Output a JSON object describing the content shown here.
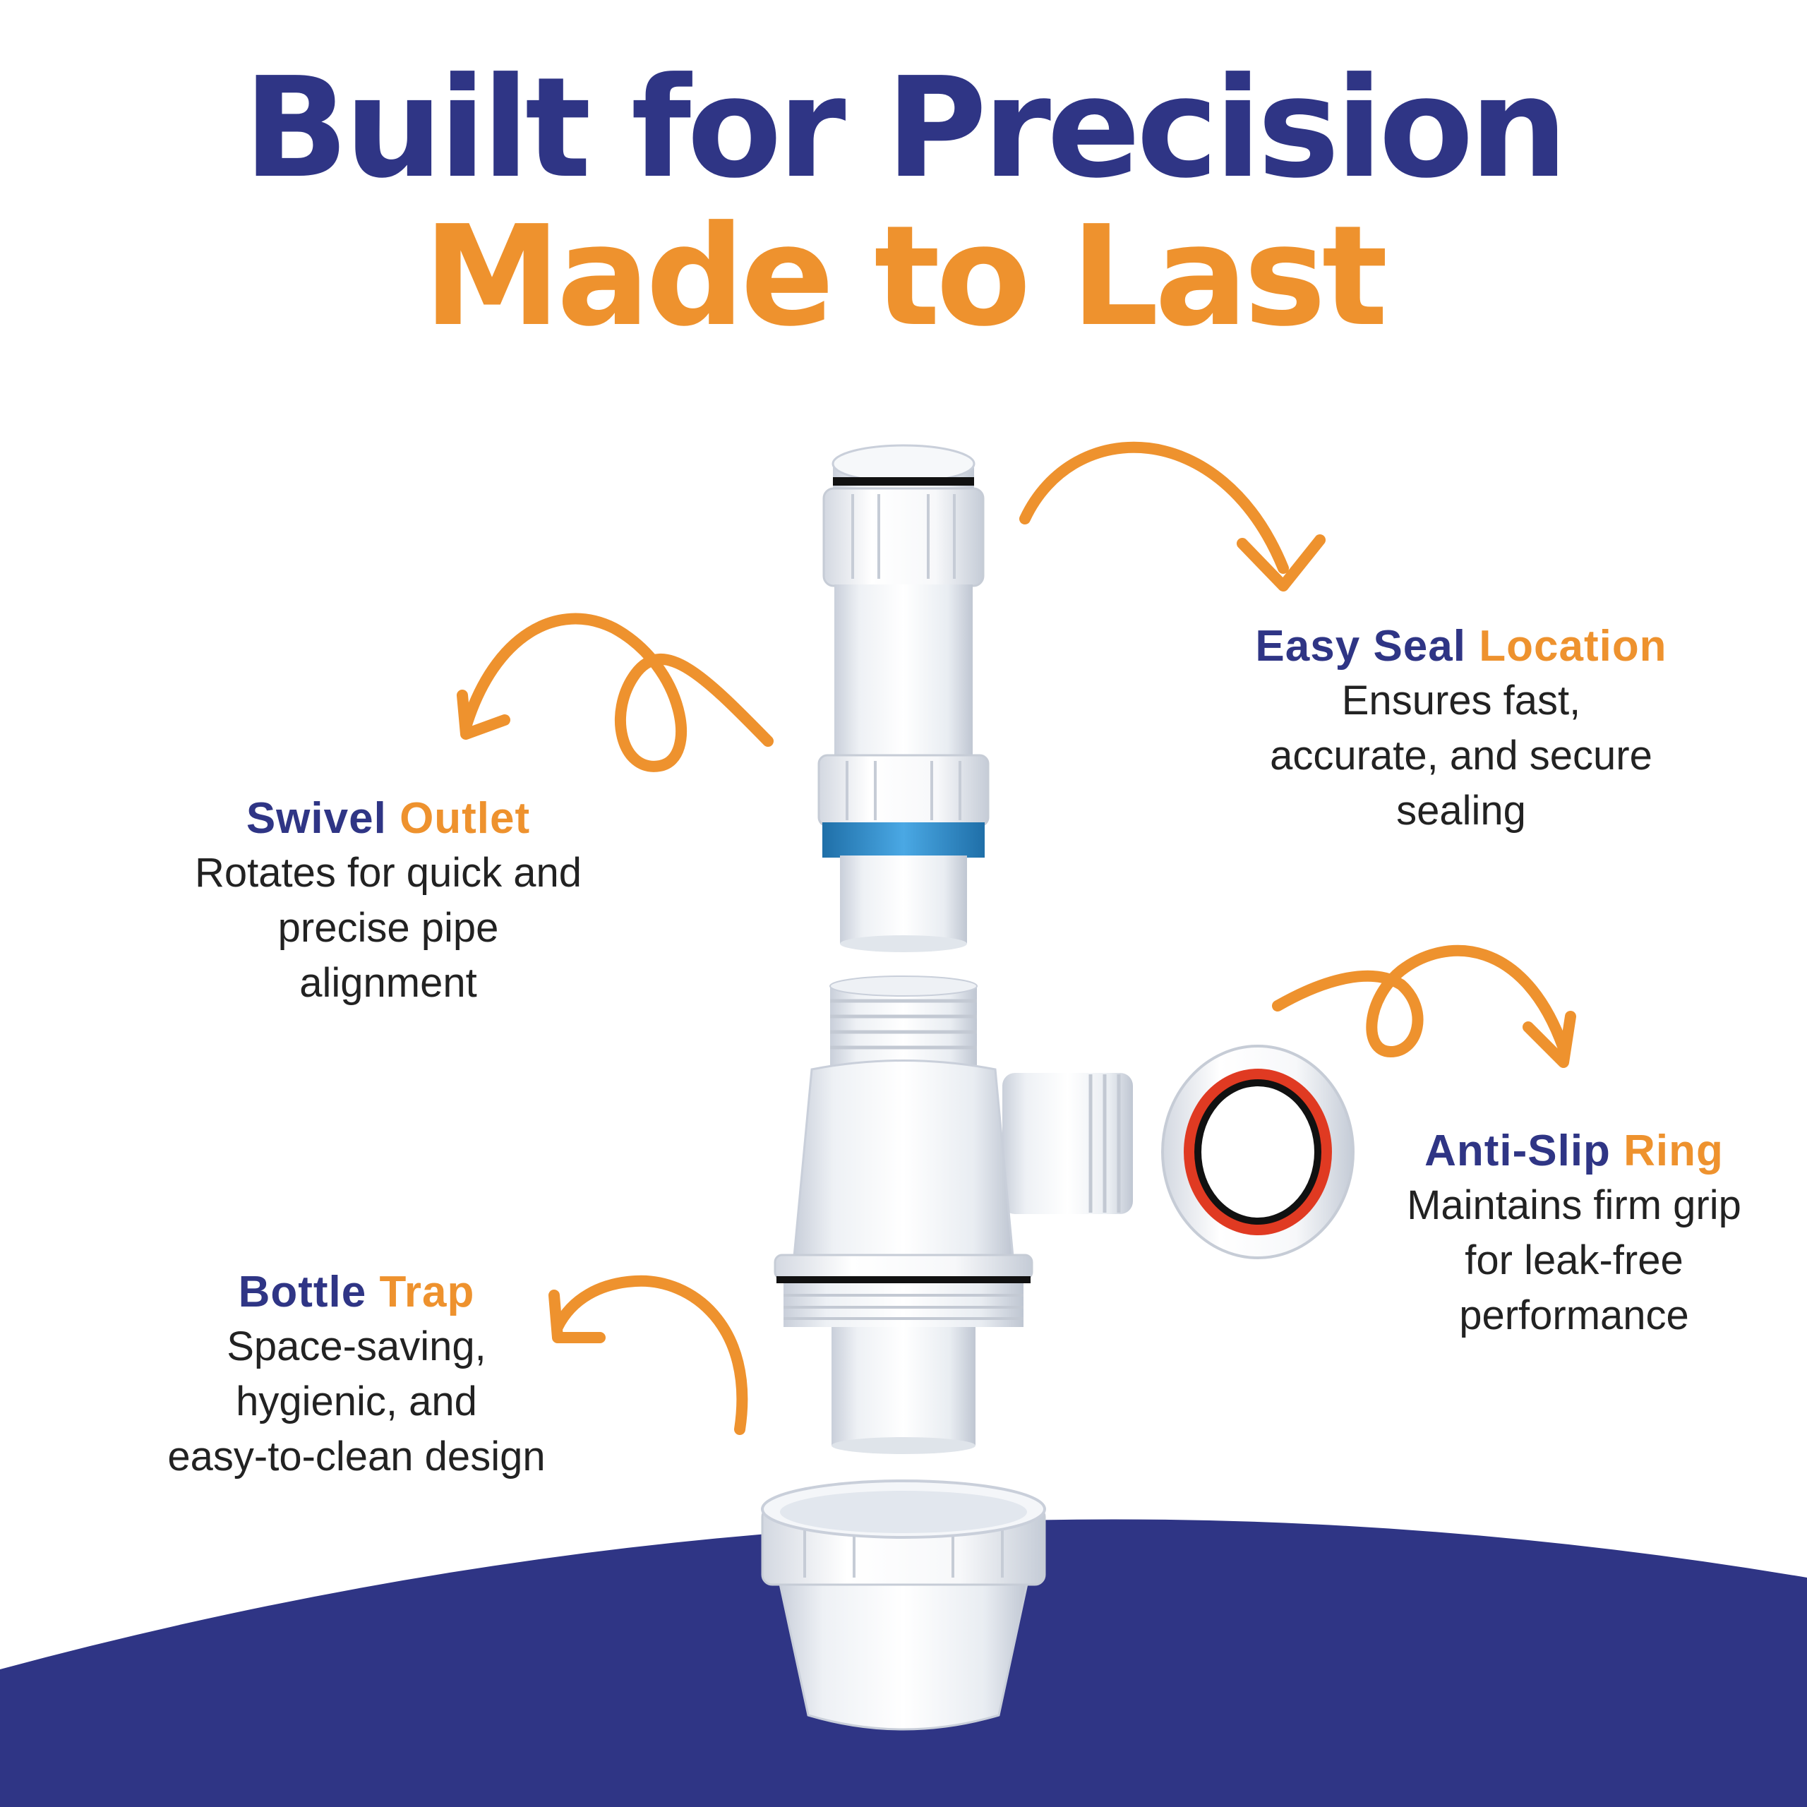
{
  "colors": {
    "navy": "#2f3585",
    "orange": "#ee922e",
    "pipe_white": "#f3f5f8",
    "pipe_shade": "#c9cfda",
    "seal_blue": "#2e8fd0",
    "ring_red": "#e03a22",
    "ring_black": "#111111"
  },
  "headline": {
    "line1": "Built for Precision",
    "line2": "Made to Last"
  },
  "features": {
    "seal": {
      "title_a": "Easy Seal",
      "title_b": "Location",
      "lines": [
        "Ensures fast,",
        "accurate, and secure",
        "sealing"
      ]
    },
    "swivel": {
      "title_a": "Swivel",
      "title_b": "Outlet",
      "lines": [
        "Rotates for quick and",
        "precise pipe",
        "alignment"
      ]
    },
    "ring": {
      "title_a": "Anti-Slip",
      "title_b": "Ring",
      "lines": [
        "Maintains firm grip",
        "for leak-free",
        "performance"
      ]
    },
    "bottle": {
      "title_a": "Bottle",
      "title_b": "Trap",
      "lines": [
        "Space-saving,",
        "hygienic, and",
        "easy-to-clean design"
      ]
    }
  },
  "icons": {
    "arrow_seal": "curved-arrow-icon",
    "arrow_swivel": "loop-arrow-icon",
    "arrow_ring": "loop-arrow-icon",
    "arrow_bottle": "curved-arrow-icon"
  }
}
